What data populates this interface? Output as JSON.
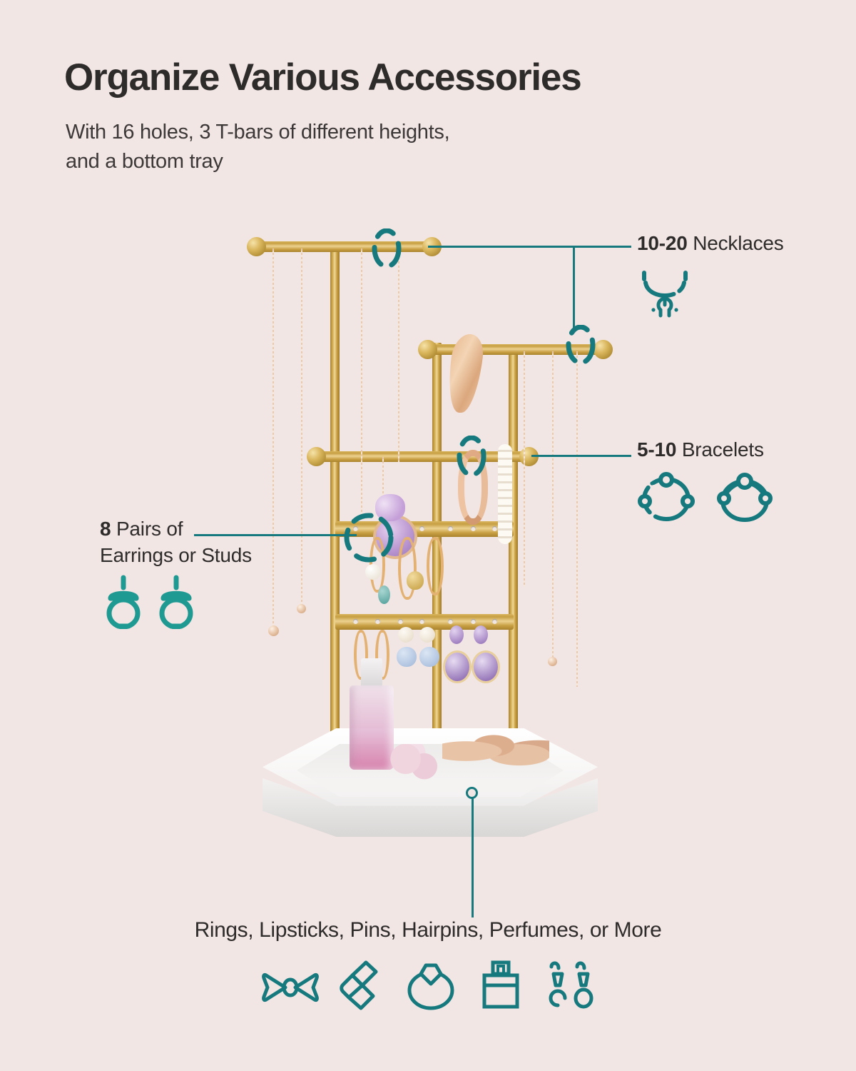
{
  "page": {
    "background_color": "#f2e6e5",
    "accent_color": "#15797d",
    "text_color": "#2e2b2b"
  },
  "header": {
    "title": "Organize Various Accessories",
    "subtitle": "With 16 holes, 3 T-bars of different heights,\nand a bottom tray"
  },
  "callouts": {
    "necklaces": {
      "count": "10-20",
      "label": " Necklaces",
      "icon": "necklace-icon"
    },
    "bracelets": {
      "count": "5-10",
      "label": " Bracelets",
      "icons": [
        "bracelet-beaded-icon",
        "bracelet-chain-icon"
      ]
    },
    "earrings": {
      "count": "8",
      "label_line1": " Pairs of",
      "label_line2": "Earrings or Studs",
      "icons": [
        "earring-stud-icon",
        "earring-stud-icon"
      ]
    }
  },
  "bottom": {
    "caption": "Rings, Lipsticks, Pins, Hairpins, Perfumes, or More",
    "icons": [
      "hair-bow-icon",
      "lipstick-icon",
      "ring-icon",
      "perfume-bottle-icon",
      "earrings-pair-icon"
    ]
  },
  "product": {
    "name": "jewelry-stand-illustration",
    "tbars": 3,
    "holes": 16,
    "tray": "hexagonal-white-tray"
  }
}
